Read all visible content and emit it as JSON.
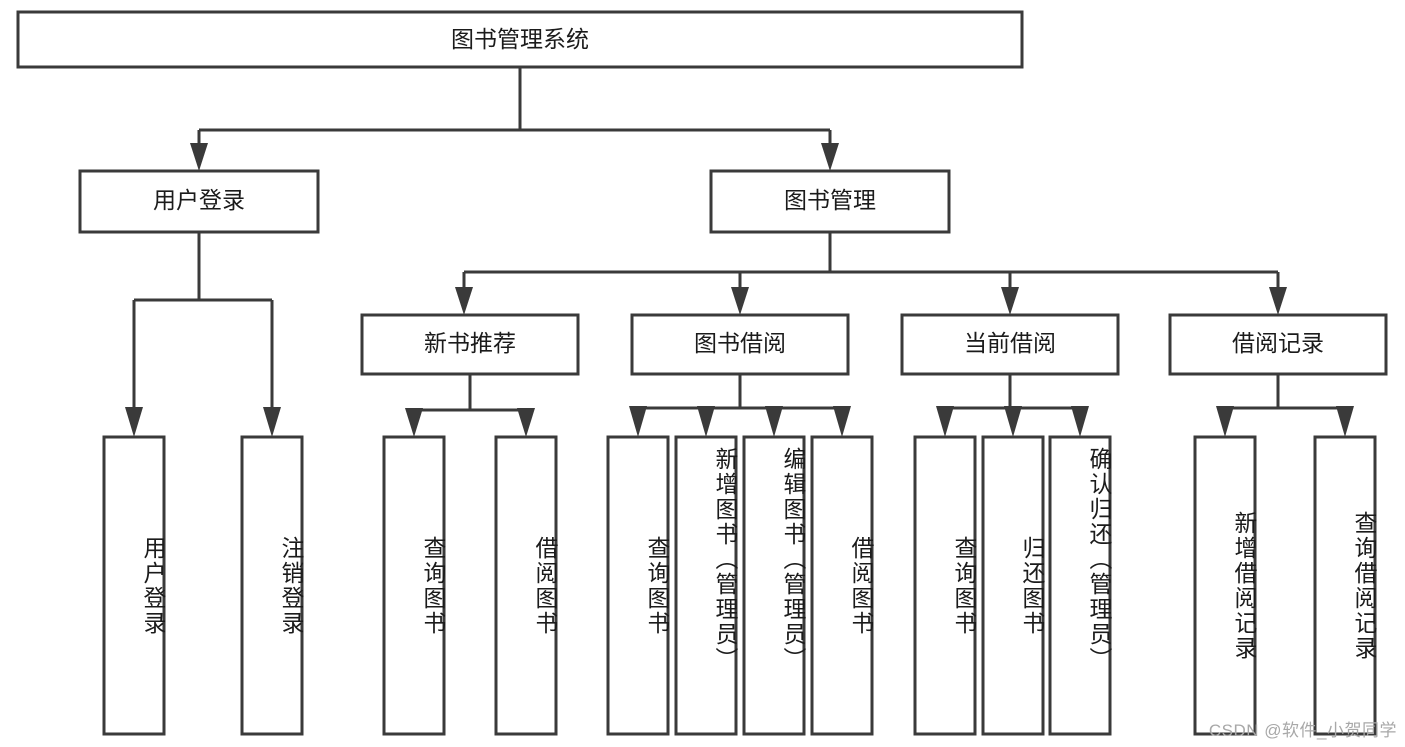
{
  "diagram": {
    "title": "图书管理系统",
    "type": "hierarchy-tree",
    "root": {
      "id": "root",
      "label": "图书管理系统",
      "level": 0
    },
    "level1": [
      {
        "id": "user-login",
        "label": "用户登录",
        "level": 1
      },
      {
        "id": "book-management",
        "label": "图书管理",
        "level": 1
      }
    ],
    "level2": [
      {
        "id": "new-book-recommend",
        "label": "新书推荐",
        "parent": "book-management",
        "level": 2
      },
      {
        "id": "book-borrow",
        "label": "图书借阅",
        "parent": "book-management",
        "level": 2
      },
      {
        "id": "current-borrow",
        "label": "当前借阅",
        "parent": "book-management",
        "level": 2
      },
      {
        "id": "borrow-record",
        "label": "借阅记录",
        "parent": "book-management",
        "level": 2
      }
    ],
    "leaves": [
      {
        "id": "leaf-user-login",
        "label": "用户登录",
        "parent": "user-login"
      },
      {
        "id": "leaf-logout-login",
        "label": "注销登录",
        "parent": "user-login"
      },
      {
        "id": "leaf-query-book-1",
        "label": "查询图书",
        "parent": "new-book-recommend"
      },
      {
        "id": "leaf-borrow-book-1",
        "label": "借阅图书",
        "parent": "new-book-recommend"
      },
      {
        "id": "leaf-query-book-2",
        "label": "查询图书",
        "parent": "book-borrow"
      },
      {
        "id": "leaf-add-book",
        "label": "新增图书（管理员）",
        "parent": "book-borrow"
      },
      {
        "id": "leaf-edit-book",
        "label": "编辑图书（管理员）",
        "parent": "book-borrow"
      },
      {
        "id": "leaf-borrow-book-2",
        "label": "借阅图书",
        "parent": "book-borrow"
      },
      {
        "id": "leaf-query-book-3",
        "label": "查询图书",
        "parent": "current-borrow"
      },
      {
        "id": "leaf-return-book",
        "label": "归还图书",
        "parent": "current-borrow"
      },
      {
        "id": "leaf-confirm-return",
        "label": "确认归还（管理员）",
        "parent": "current-borrow"
      },
      {
        "id": "leaf-add-record",
        "label": "新增借阅记录",
        "parent": "borrow-record"
      },
      {
        "id": "leaf-query-record",
        "label": "查询借阅记录",
        "parent": "borrow-record"
      }
    ],
    "colors": {
      "stroke": "#3a3a3a",
      "fill": "#ffffff",
      "text": "#1b1b1b",
      "watermark": "#a8a8a8"
    }
  },
  "watermark": {
    "text": "CSDN @软件_小贺同学"
  }
}
